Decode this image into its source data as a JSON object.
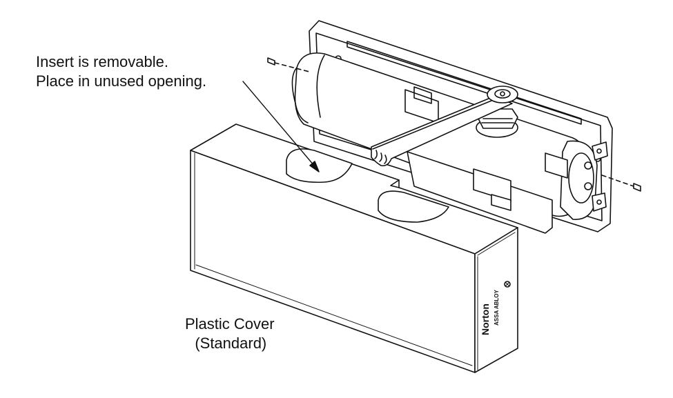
{
  "callouts": {
    "insert_line1": "Insert is removable.",
    "insert_line2": "Place in unused opening.",
    "cover_line1": "Plastic Cover",
    "cover_line2": "(Standard)"
  },
  "cover_markings": {
    "brand": "Norton",
    "sub": "ASSA ABLOY"
  },
  "colors": {
    "ink": "#111111",
    "background": "#ffffff"
  }
}
